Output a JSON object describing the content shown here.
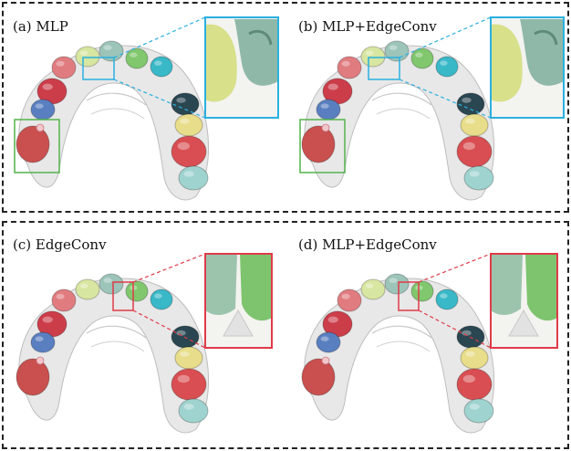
{
  "panels": [
    {
      "id": "a",
      "label": "(a) MLP",
      "highlight": "#2ab0e0",
      "inset_type": "gap"
    },
    {
      "id": "b",
      "label": "(b) MLP+EdgeConv",
      "highlight": "#2ab0e0",
      "inset_type": "gap"
    },
    {
      "id": "c",
      "label": "(c) EdgeConv",
      "highlight": "#e03a48",
      "inset_type": "crease"
    },
    {
      "id": "d",
      "label": "(d) MLP+EdgeConv",
      "highlight": "#e03a48",
      "inset_type": "crease"
    }
  ],
  "colors": {
    "gum": "#e8e8e8",
    "teeth": [
      "#cc3d4a",
      "#5a7fc0",
      "#e07c80",
      "#d7e6a0",
      "#9cc4b8",
      "#80c76d",
      "#39b8c8",
      "#2a4650",
      "#e8dd8a",
      "#d94e52",
      "#c9504e",
      "#9fd3cf"
    ],
    "green_box": "#52b24c"
  }
}
